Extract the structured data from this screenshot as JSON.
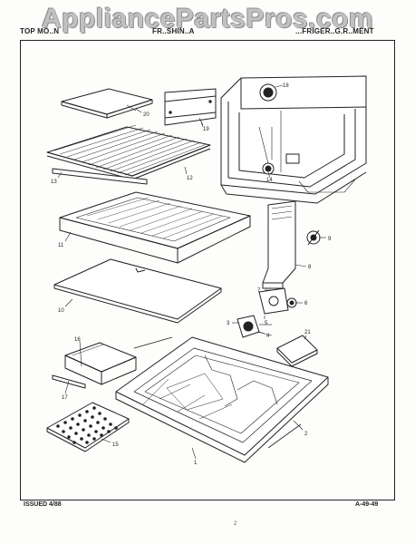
{
  "watermark": "AppliancePartsPros.com",
  "header": {
    "left": "TOP MO..N",
    "middle": "FR..SHIN..A",
    "right": "...FRIGER..G.R..MENT"
  },
  "footer": {
    "issued": "ISSUED 4/88",
    "page_code": "A-49-49"
  },
  "stray_mark": "2",
  "callouts": [
    "1",
    "2",
    "3",
    "4",
    "5",
    "6",
    "7",
    "8",
    "9",
    "10",
    "11",
    "12",
    "13",
    "14",
    "15",
    "16",
    "17",
    "18",
    "19",
    "20",
    "21"
  ],
  "ink_color": "#222222",
  "paper_color": "#fdfdfb"
}
